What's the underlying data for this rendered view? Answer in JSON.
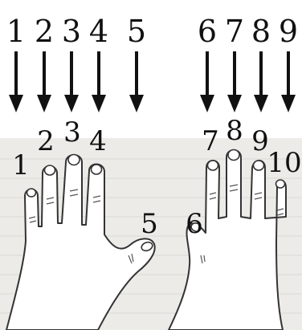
{
  "top_numbers": [
    "1",
    "2",
    "3",
    "4",
    "5",
    "6",
    "7",
    "8",
    "9"
  ],
  "finger_numbers": [
    "1",
    "2",
    "3",
    "4",
    "5",
    "6",
    "7",
    "8",
    "9",
    "10"
  ]
}
